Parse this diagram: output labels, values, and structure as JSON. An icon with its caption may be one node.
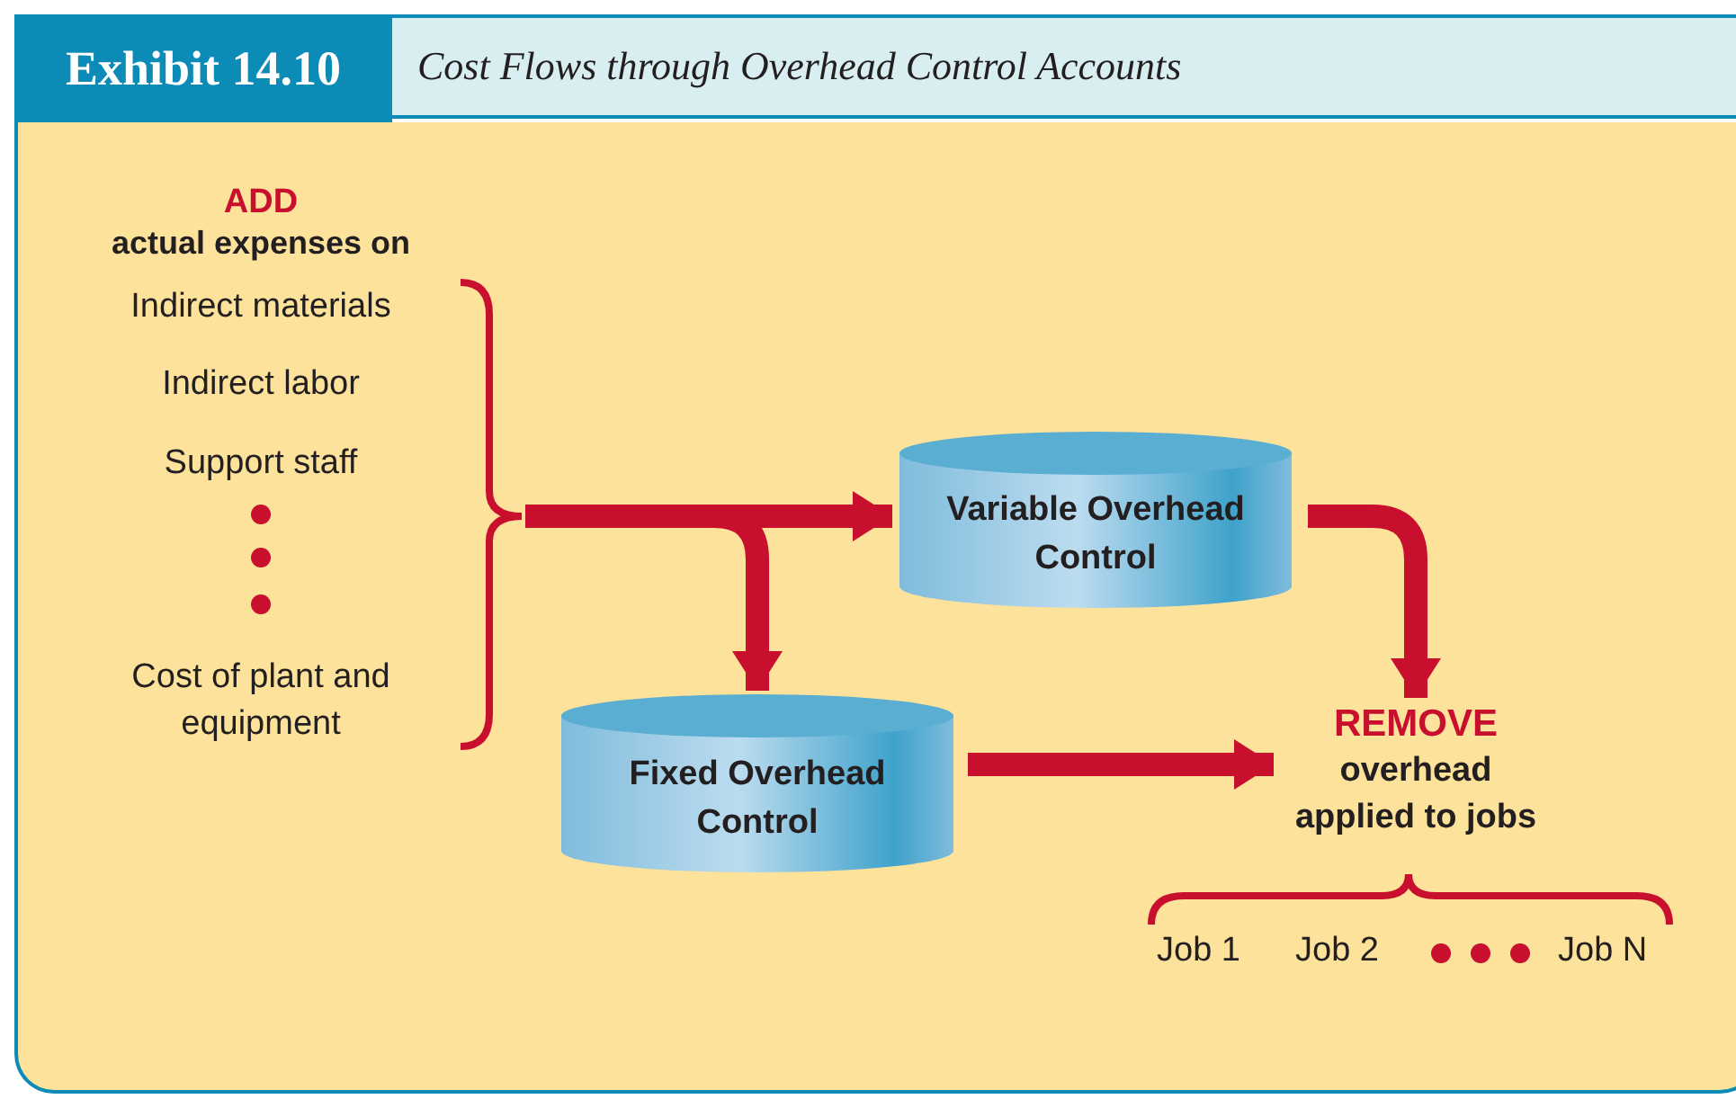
{
  "diagram": {
    "title": "Cost Flows through Overhead Control Accounts",
    "nodes": [
      {
        "text": [
          "ADD",
          "actual expenses on",
          "Indirect materials",
          "Indirect labor",
          "Support staff",
          "Cost of plant and equipment"
        ]
      },
      {
        "text": [
          "Variable Overhead Control"
        ]
      },
      {
        "text": [
          "Fixed Overhead Control"
        ]
      },
      {
        "text": [
          "REMOVE",
          "overhead applied to jobs"
        ]
      }
    ],
    "edges": [
      {
        "from": 0,
        "to": 1,
        "arrow": "to"
      },
      {
        "from": 0,
        "to": 2,
        "arrow": "to"
      },
      {
        "from": 1,
        "to": 3,
        "arrow": "to"
      },
      {
        "from": 2,
        "to": 3,
        "arrow": "to"
      }
    ],
    "labels": [
      "Exhibit 14.10",
      "Job 1",
      "Job 2",
      "Job N"
    ]
  }
}
